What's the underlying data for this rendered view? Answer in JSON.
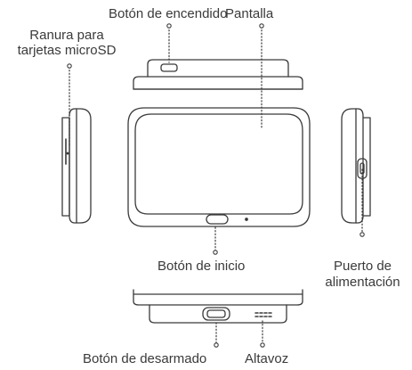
{
  "labels": {
    "power_button": "Botón de encendido",
    "screen": "Pantalla",
    "microsd_slot_line1": "Ranura para",
    "microsd_slot_line2": "tarjetas microSD",
    "home_button": "Botón de inicio",
    "power_port_line1": "Puerto de",
    "power_port_line2": "alimentación",
    "tamper_button": "Botón de desarmado",
    "speaker": "Altavoz"
  },
  "colors": {
    "line": "#3a3a3a",
    "text": "#3a3a3a",
    "background": "#ffffff"
  }
}
